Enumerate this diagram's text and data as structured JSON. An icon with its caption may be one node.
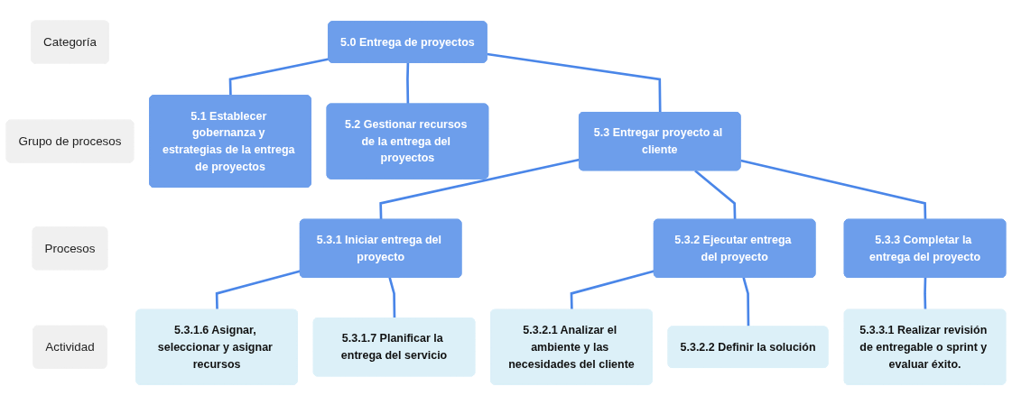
{
  "diagram": {
    "nodes": [
      {
        "text": [
          "Categoría"
        ]
      },
      {
        "text": [
          "5.0 Entrega de proyectos"
        ]
      },
      {
        "text": [
          "Grupo de procesos"
        ]
      },
      {
        "text": [
          "5.1 Establecer gobernanza y estrategias de la entrega de proyectos"
        ]
      },
      {
        "text": [
          "5.2 Gestionar recursos de la entrega del proyectos"
        ]
      },
      {
        "text": [
          "5.3 Entregar proyecto al cliente"
        ]
      },
      {
        "text": [
          "Procesos"
        ]
      },
      {
        "text": [
          "5.3.1 Iniciar entrega del proyecto"
        ]
      },
      {
        "text": [
          "5.3.2 Ejecutar entrega del proyecto"
        ]
      },
      {
        "text": [
          "5.3.3 Completar la entrega del proyecto"
        ]
      },
      {
        "text": [
          "Actividad"
        ]
      },
      {
        "text": [
          "5.3.1.6 Asignar, seleccionar y asignar recursos"
        ]
      },
      {
        "text": [
          "5.3.1.7 Planificar la entrega del servicio"
        ]
      },
      {
        "text": [
          "5.3.2.1 Analizar el ambiente y las necesidades del cliente"
        ]
      },
      {
        "text": [
          "5.3.2.2 Definir la solución"
        ]
      },
      {
        "text": [
          "5.3.3.1 Realizar revisión de entregable o sprint y evaluar éxito."
        ]
      }
    ],
    "edges": [
      {
        "from": 1,
        "to": 3,
        "arrow": "none"
      },
      {
        "from": 1,
        "to": 4,
        "arrow": "none"
      },
      {
        "from": 1,
        "to": 5,
        "arrow": "none"
      },
      {
        "from": 5,
        "to": 7,
        "arrow": "none"
      },
      {
        "from": 5,
        "to": 8,
        "arrow": "none"
      },
      {
        "from": 5,
        "to": 9,
        "arrow": "none"
      },
      {
        "from": 7,
        "to": 11,
        "arrow": "none"
      },
      {
        "from": 7,
        "to": 12,
        "arrow": "none"
      },
      {
        "from": 8,
        "to": 13,
        "arrow": "none"
      },
      {
        "from": 8,
        "to": 14,
        "arrow": "none"
      },
      {
        "from": 9,
        "to": 15,
        "arrow": "none"
      }
    ]
  }
}
